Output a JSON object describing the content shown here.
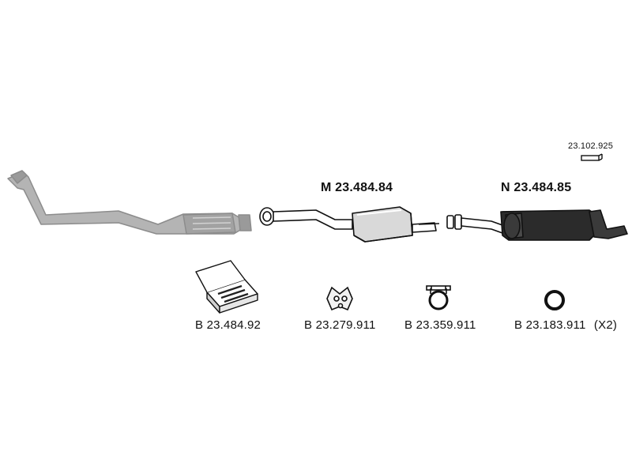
{
  "parts": {
    "front_pipe": {
      "icon": "catalytic-front-pipe-icon",
      "label": ""
    },
    "middle_section": {
      "icon": "middle-silencer-icon",
      "label": "M 23.484.84"
    },
    "rear_section": {
      "icon": "rear-silencer-icon",
      "label": "N 23.484.85"
    },
    "rear_hanger": {
      "icon": "rear-hanger-icon",
      "label": "23.102.925"
    },
    "mounting_kit": {
      "icon": "mounting-kit-box-icon",
      "label": "B 23.484.92"
    },
    "rubber_mount": {
      "icon": "rubber-mount-icon",
      "label": "B 23.279.911"
    },
    "pipe_clamp": {
      "icon": "pipe-clamp-icon",
      "label": "B 23.359.911"
    },
    "sealing_ring": {
      "icon": "sealing-ring-icon",
      "label": "B 23.183.911",
      "qty": "(X2)"
    }
  },
  "colors": {
    "ink": "#111111",
    "greyed_part": "#b4b4b4",
    "greyed_outline": "#8c8c8c"
  }
}
